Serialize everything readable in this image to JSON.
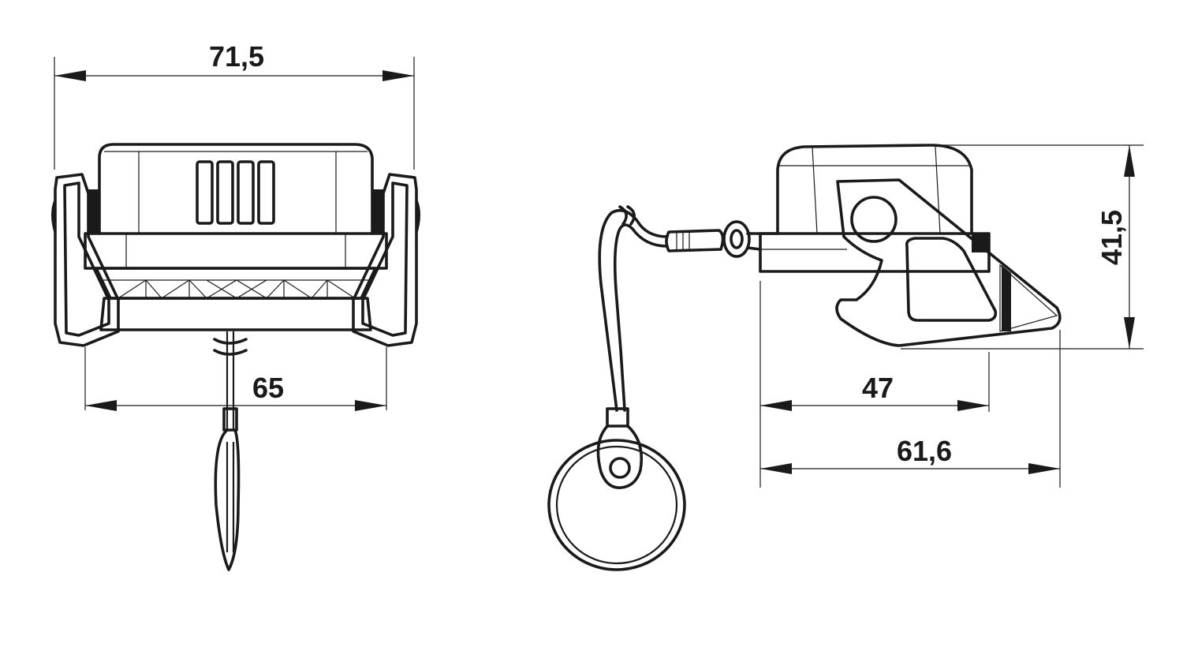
{
  "dimensions": {
    "front_width": "71,5",
    "front_inner_width": "65",
    "side_height": "41,5",
    "side_length_short": "47",
    "side_length_total": "61,6"
  },
  "colors": {
    "line": "#1a1a1a",
    "background": "#ffffff"
  }
}
